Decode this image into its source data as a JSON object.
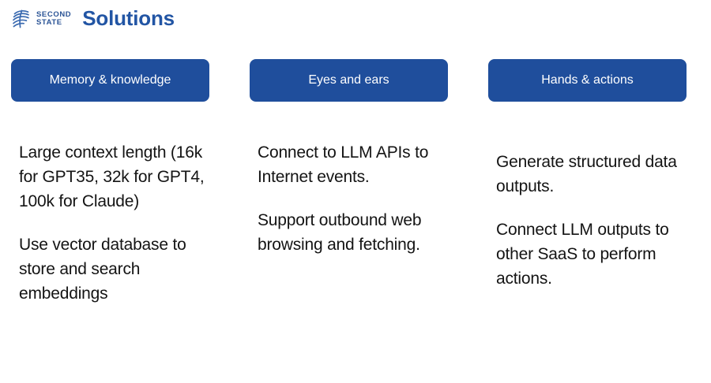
{
  "header": {
    "logo_icon": "second-state-swoosh-icon",
    "brand_line1": "SECOND",
    "brand_line2": "STATE",
    "title": "Solutions",
    "title_color": "#2255a4",
    "brand_color": "#2b5496"
  },
  "theme": {
    "pill_background": "#1f4e9c",
    "pill_text_color": "#ffffff",
    "body_text_color": "#141414",
    "page_background": "#ffffff"
  },
  "columns": [
    {
      "pill_label": "Memory & knowledge",
      "paragraphs": [
        "Large context length (16k for GPT35, 32k for GPT4, 100k for Claude)",
        "Use vector database to store and search embeddings"
      ]
    },
    {
      "pill_label": "Eyes and ears",
      "paragraphs": [
        "Connect to LLM APIs to Internet events.",
        "Support outbound web browsing and fetching."
      ]
    },
    {
      "pill_label": "Hands & actions",
      "paragraphs": [
        "Generate structured data outputs.",
        "Connect LLM outputs to other SaaS to perform actions."
      ]
    }
  ]
}
